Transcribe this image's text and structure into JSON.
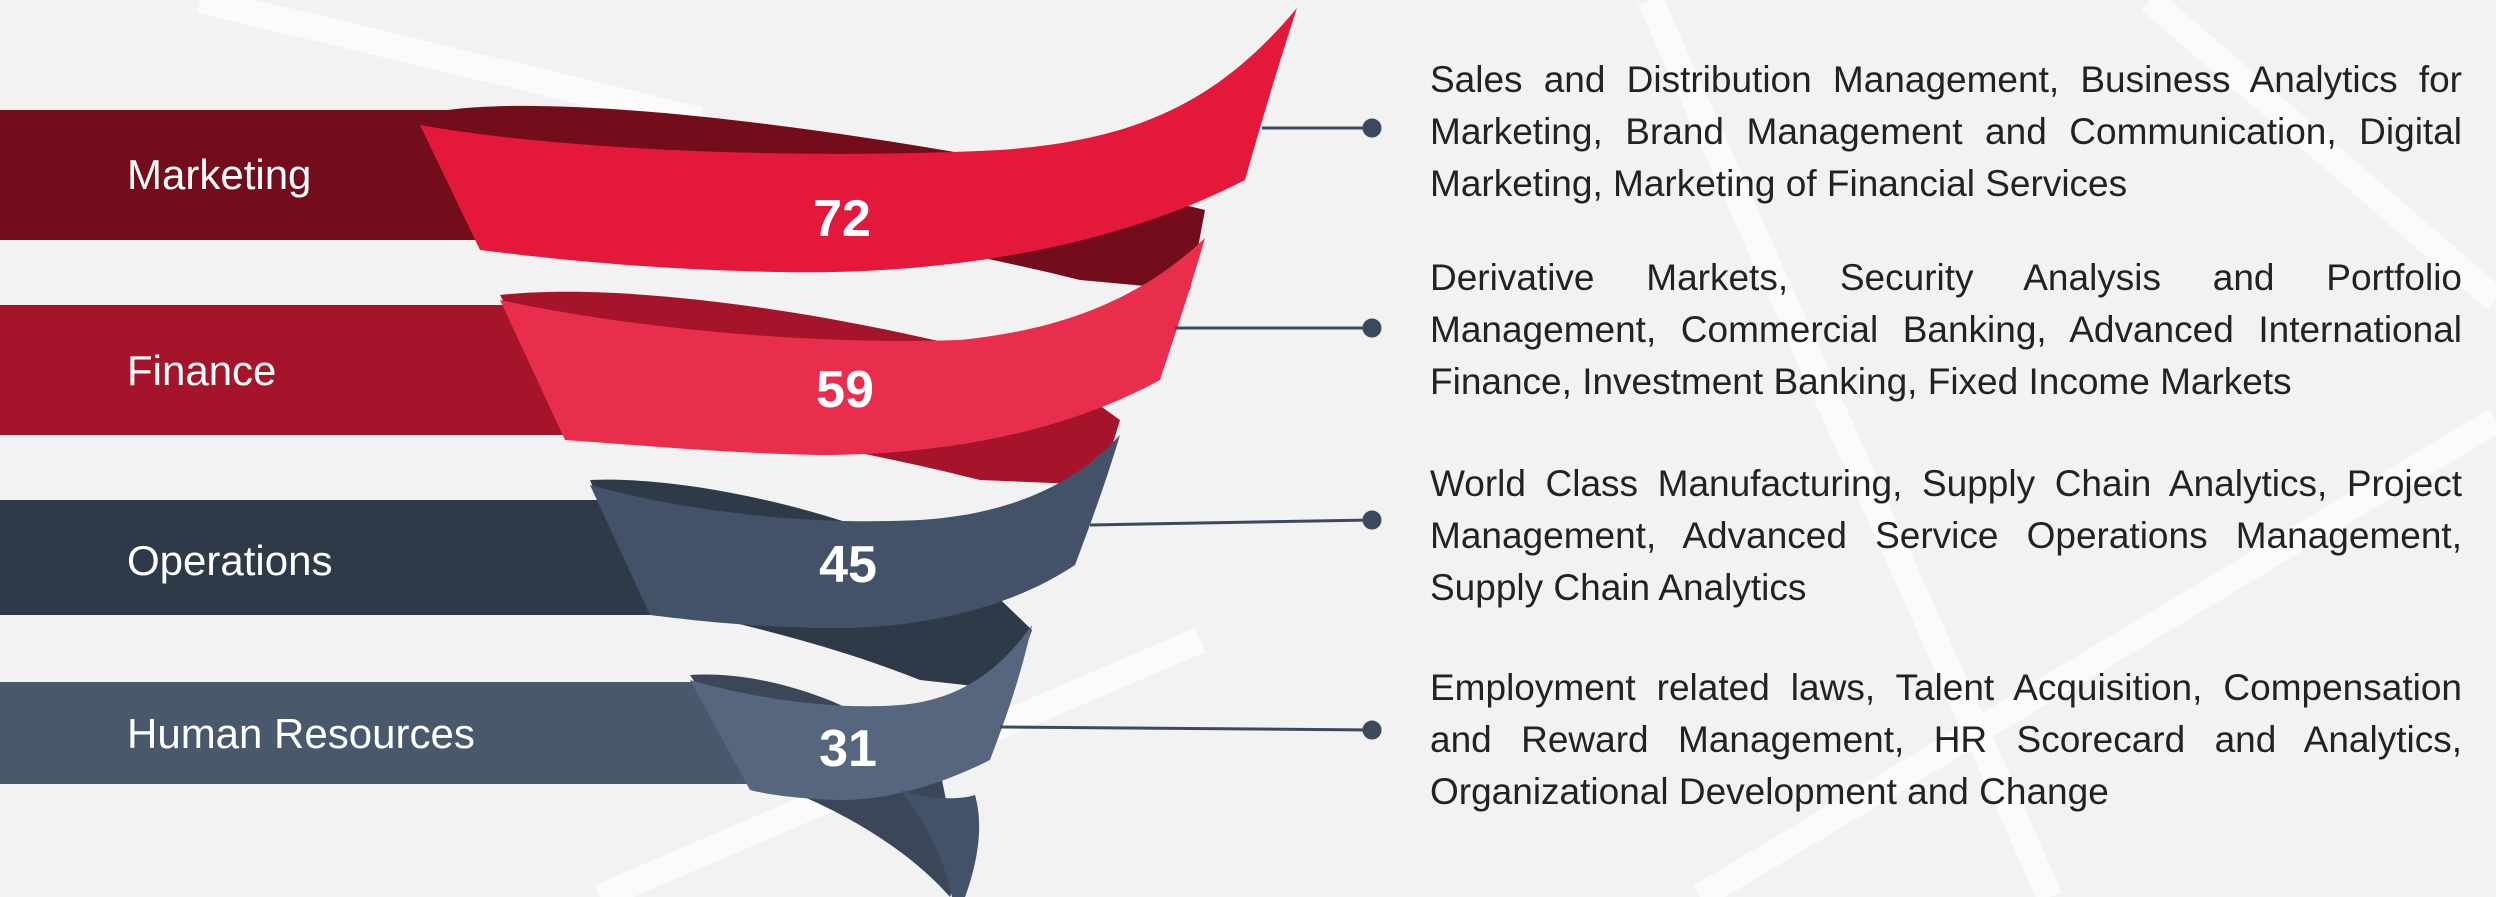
{
  "colors": {
    "background": "#f2f2f3",
    "marketing_band": "#730c1b",
    "marketing_ribbon": "#e4183a",
    "finance_band": "#a5142a",
    "finance_ribbon": "#e92d4c",
    "operations_band": "#2f3a49",
    "operations_ribbon": "#445269",
    "hr_band": "#4a586d",
    "hr_ribbon": "#56667f",
    "connector": "#3d4a5c",
    "text_dark": "#222222"
  },
  "segments": [
    {
      "label": "Marketing",
      "value": "72",
      "description": "Sales and Distribution Management, Business Analytics for Marketing, Brand Management and Communication, Digital Marketing, Marketing of Financial Services"
    },
    {
      "label": "Finance",
      "value": "59",
      "description": "Derivative Markets, Security Analysis and Portfolio Management, Commercial Banking, Advanced International Finance, Investment Banking, Fixed Income Markets"
    },
    {
      "label": "Operations",
      "value": "45",
      "description": "World Class Manufacturing, Supply Chain Analytics, Project Management, Advanced Service Operations Management, Supply Chain Analytics"
    },
    {
      "label": "Human Resources",
      "value": "31",
      "description": "Employment related laws, Talent Acquisition, Compensation and Reward Management, HR Scorecard and Analytics, Organizational Development and Change"
    }
  ]
}
